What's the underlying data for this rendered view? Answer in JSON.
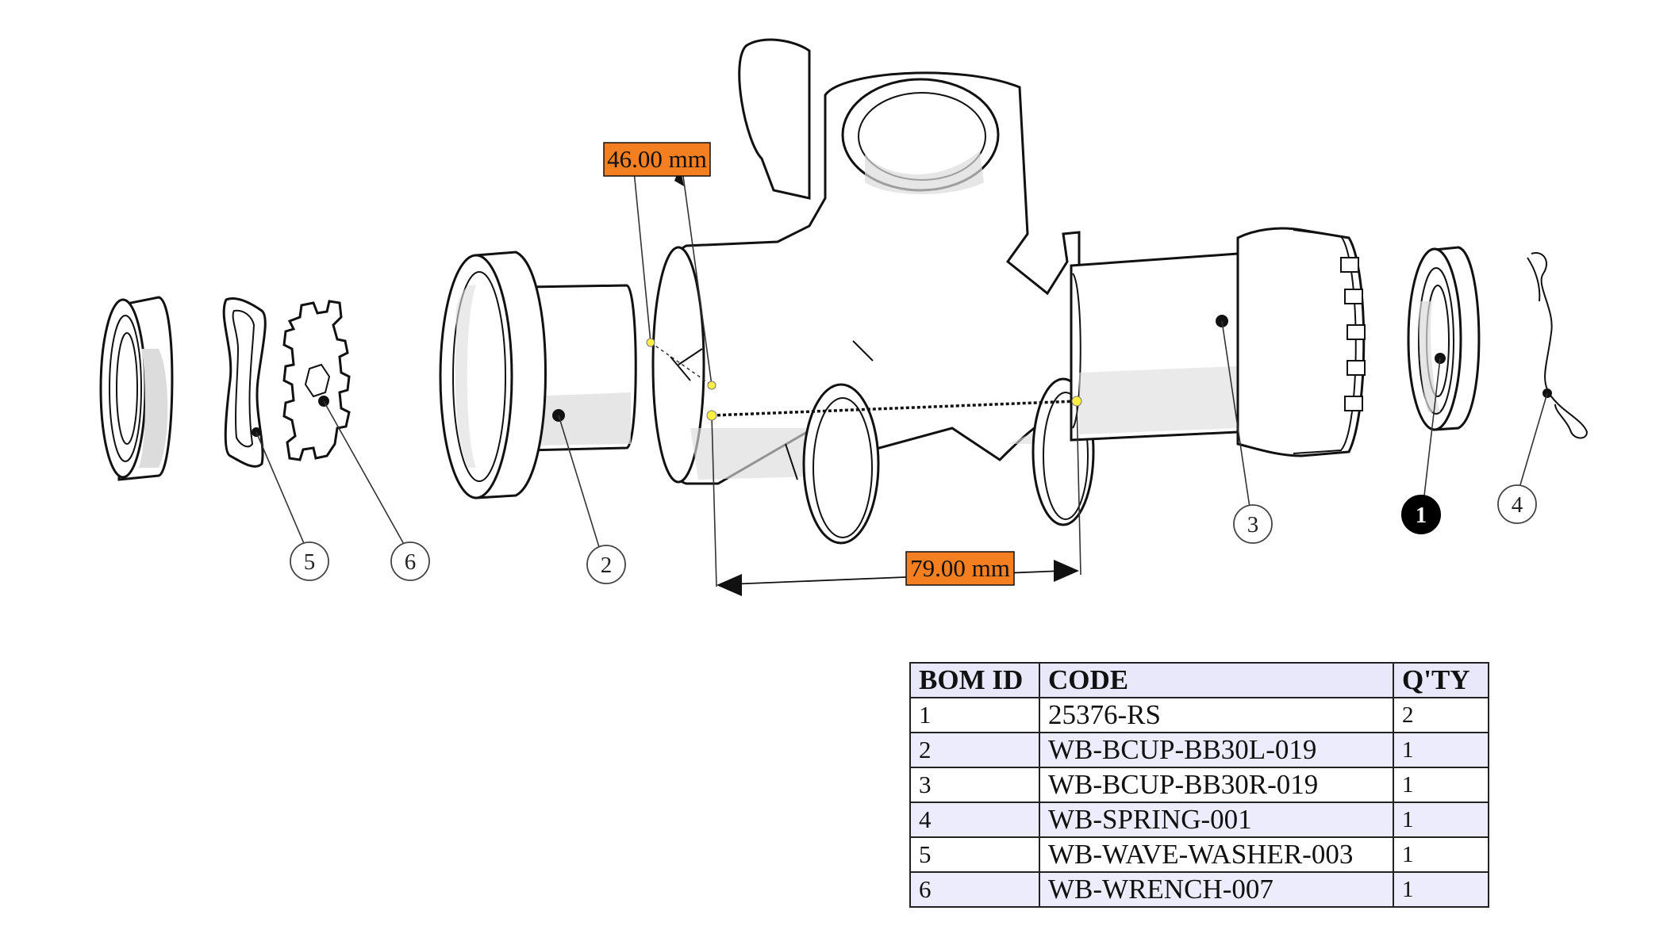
{
  "dimensions": [
    {
      "id": "dim-46",
      "text": "46.00 mm"
    },
    {
      "id": "dim-79",
      "text": "79.00 mm"
    }
  ],
  "callouts": [
    "1",
    "2",
    "3",
    "4",
    "5",
    "6"
  ],
  "bom": {
    "headers": [
      "BOM ID",
      "CODE",
      "Q'TY"
    ],
    "rows": [
      {
        "id": "1",
        "code": "25376-RS",
        "qty": "2"
      },
      {
        "id": "2",
        "code": "WB-BCUP-BB30L-019",
        "qty": "1"
      },
      {
        "id": "3",
        "code": "WB-BCUP-BB30R-019",
        "qty": "1"
      },
      {
        "id": "4",
        "code": "WB-SPRING-001",
        "qty": "1"
      },
      {
        "id": "5",
        "code": "WB-WAVE-WASHER-003",
        "qty": "1"
      },
      {
        "id": "6",
        "code": "WB-WRENCH-007",
        "qty": "1"
      }
    ]
  },
  "colors": {
    "dimension_label": "#f47f20",
    "highlight_balloon": "#000000",
    "bom_row_alt": "#ececfc"
  }
}
